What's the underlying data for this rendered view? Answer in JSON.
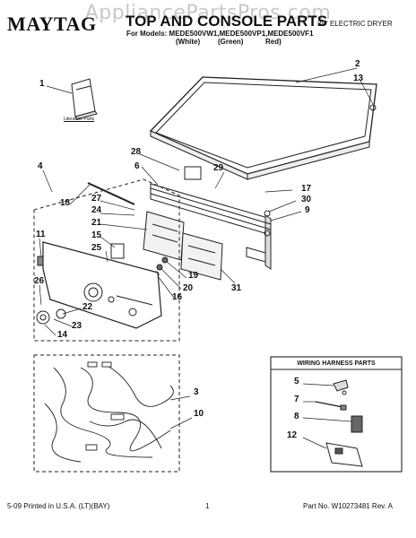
{
  "watermark": "AppliancePartsPros.com",
  "header": {
    "brand": "MAYTAG",
    "title": "TOP AND CONSOLE PARTS",
    "subtitle": "29\" ELECTRIC DRYER",
    "models_line": "For Models: MEDE500VW1,MEDE500VP1,MEDE500VF1",
    "colors": [
      "(White)",
      "(Green)",
      "Red)"
    ]
  },
  "literature_label": "Literature Parts",
  "harness_box_title": "WIRING HARNESS PARTS",
  "callouts": [
    "1",
    "2",
    "13",
    "28",
    "6",
    "29",
    "17",
    "30",
    "9",
    "4",
    "18",
    "27",
    "24",
    "21",
    "15",
    "25",
    "11",
    "26",
    "22",
    "23",
    "14",
    "19",
    "20",
    "16",
    "31",
    "3",
    "10",
    "5",
    "7",
    "8",
    "12"
  ],
  "footer": {
    "left": "5-09 Printed in U.S.A. (LT)(BAY)",
    "center": "1",
    "right": "Part No. W10273481 Rev. A"
  }
}
